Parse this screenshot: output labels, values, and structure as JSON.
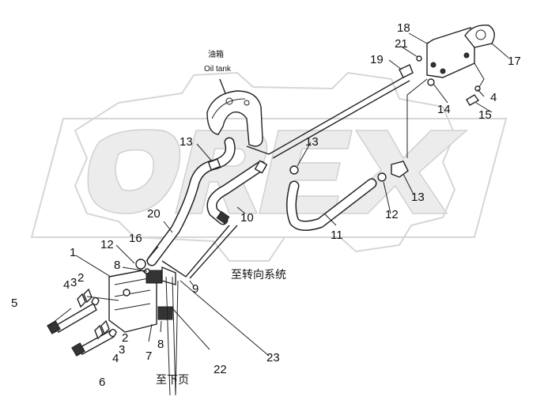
{
  "watermark": "OREX",
  "labels": {
    "oil_tank_cn": "油箱",
    "oil_tank_en": "Oil tank",
    "to_steering_system": "至转向系统",
    "to_next_page": "至下页"
  },
  "callouts": {
    "p1": "1",
    "p2a": "2",
    "p2b": "2",
    "p3a": "3",
    "p3b": "3",
    "p4a": "4",
    "p4b": "4",
    "p4c": "4",
    "p5": "5",
    "p6": "6",
    "p7": "7",
    "p8a": "8",
    "p8b": "8",
    "p9": "9",
    "p10": "10",
    "p11": "11",
    "p12a": "12",
    "p12b": "12",
    "p13a": "13",
    "p13b": "13",
    "p13c": "13",
    "p14": "14",
    "p15": "15",
    "p16": "16",
    "p17": "17",
    "p18": "18",
    "p19": "19",
    "p20": "20",
    "p21": "21",
    "p22": "22",
    "p23": "23"
  }
}
